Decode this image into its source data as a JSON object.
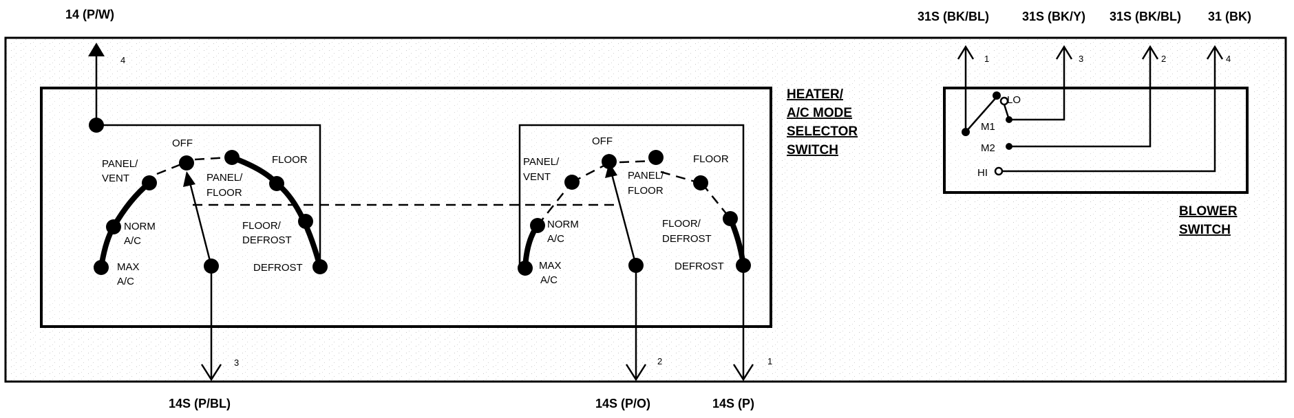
{
  "wire_labels": {
    "top_left": "14 (P/W)",
    "bottom_left": "14S (P/BL)",
    "bottom_mid": "14S (P/O)",
    "bottom_right": "14S (P)",
    "blower_1": "31S (BK/BL)",
    "blower_3": "31S (BK/Y)",
    "blower_2": "31S (BK/BL)",
    "blower_4": "31 (BK)"
  },
  "titles": {
    "mode_switch": [
      "HEATER/",
      "A/C MODE",
      "SELECTOR",
      "SWITCH"
    ],
    "blower_switch": [
      "BLOWER",
      "SWITCH"
    ]
  },
  "pins": {
    "mode_top": "4",
    "mode_bottom_left": "3",
    "mode_bottom_mid": "2",
    "mode_bottom_right": "1",
    "blower_1": "1",
    "blower_3": "3",
    "blower_2": "2",
    "blower_4": "4"
  },
  "positions": {
    "off": "OFF",
    "panel_vent": [
      "PANEL/",
      "VENT"
    ],
    "panel_floor": [
      "PANEL/",
      "FLOOR"
    ],
    "floor": "FLOOR",
    "floor_defrost": [
      "FLOOR/",
      "DEFROST"
    ],
    "defrost": "DEFROST",
    "norm_ac": [
      "NORM",
      "A/C"
    ],
    "max_ac": [
      "MAX",
      "A/C"
    ]
  },
  "blower_positions": {
    "lo": "LO",
    "m1": "M1",
    "m2": "M2",
    "hi": "HI"
  }
}
